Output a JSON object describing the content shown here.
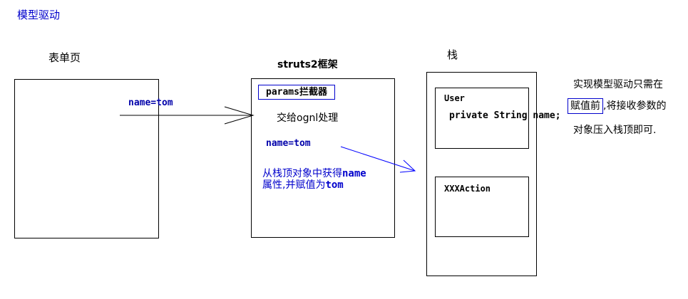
{
  "title": "模型驱动",
  "form_page": {
    "label": "表单页",
    "param": "name=tom"
  },
  "framework": {
    "label": "struts2框架",
    "interceptor": "params拦截器",
    "handoff": "交给ognl处理",
    "param": "name=tom",
    "note_prefix": "从栈顶对象中获得",
    "note_name": "name",
    "note_mid": "属性,并赋值为",
    "note_tom": "tom"
  },
  "stack": {
    "label": "栈",
    "user_class": "User",
    "user_field": "private String name;",
    "action_class": "XXXAction"
  },
  "explanation": {
    "line1": "实现模型驱动只需在",
    "highlight": "赋值前",
    "line2_rest": ",将接收参数的",
    "line3": "对象压入栈顶即可."
  },
  "colors": {
    "title_blue": "#0000cc",
    "param_blue": "#0000aa",
    "arrow_blue": "#0000ff",
    "frame_blue": "#0000cc"
  }
}
